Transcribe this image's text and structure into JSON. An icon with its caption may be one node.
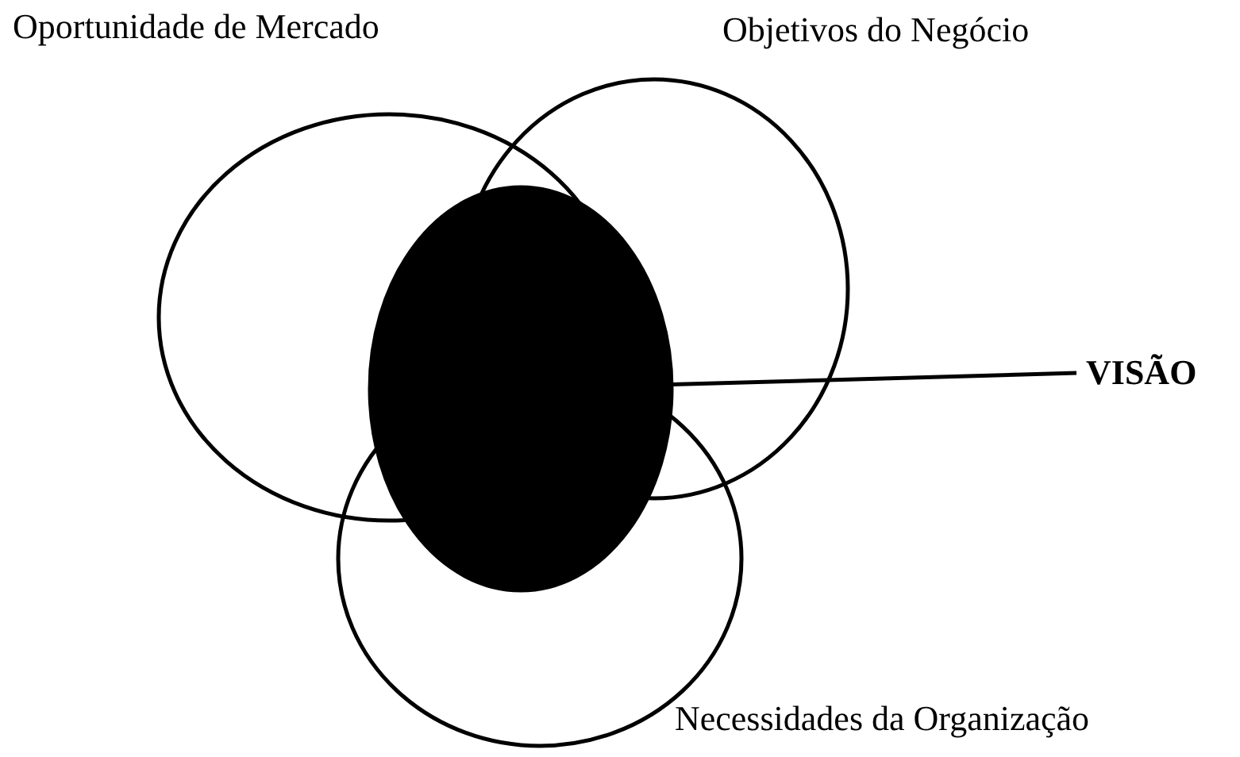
{
  "diagram": {
    "nodes": [
      {
        "text": [
          "Oportunidade de Mercado"
        ]
      },
      {
        "text": [
          "Objetivos do Negócio"
        ]
      },
      {
        "text": [
          "Necessidades da Organização"
        ]
      },
      {
        "text": [],
        "shape": "circle"
      },
      {
        "text": [
          "VISÃO"
        ]
      }
    ],
    "edges": [
      {
        "from": 4,
        "to": 3,
        "arrow": "none"
      }
    ]
  }
}
